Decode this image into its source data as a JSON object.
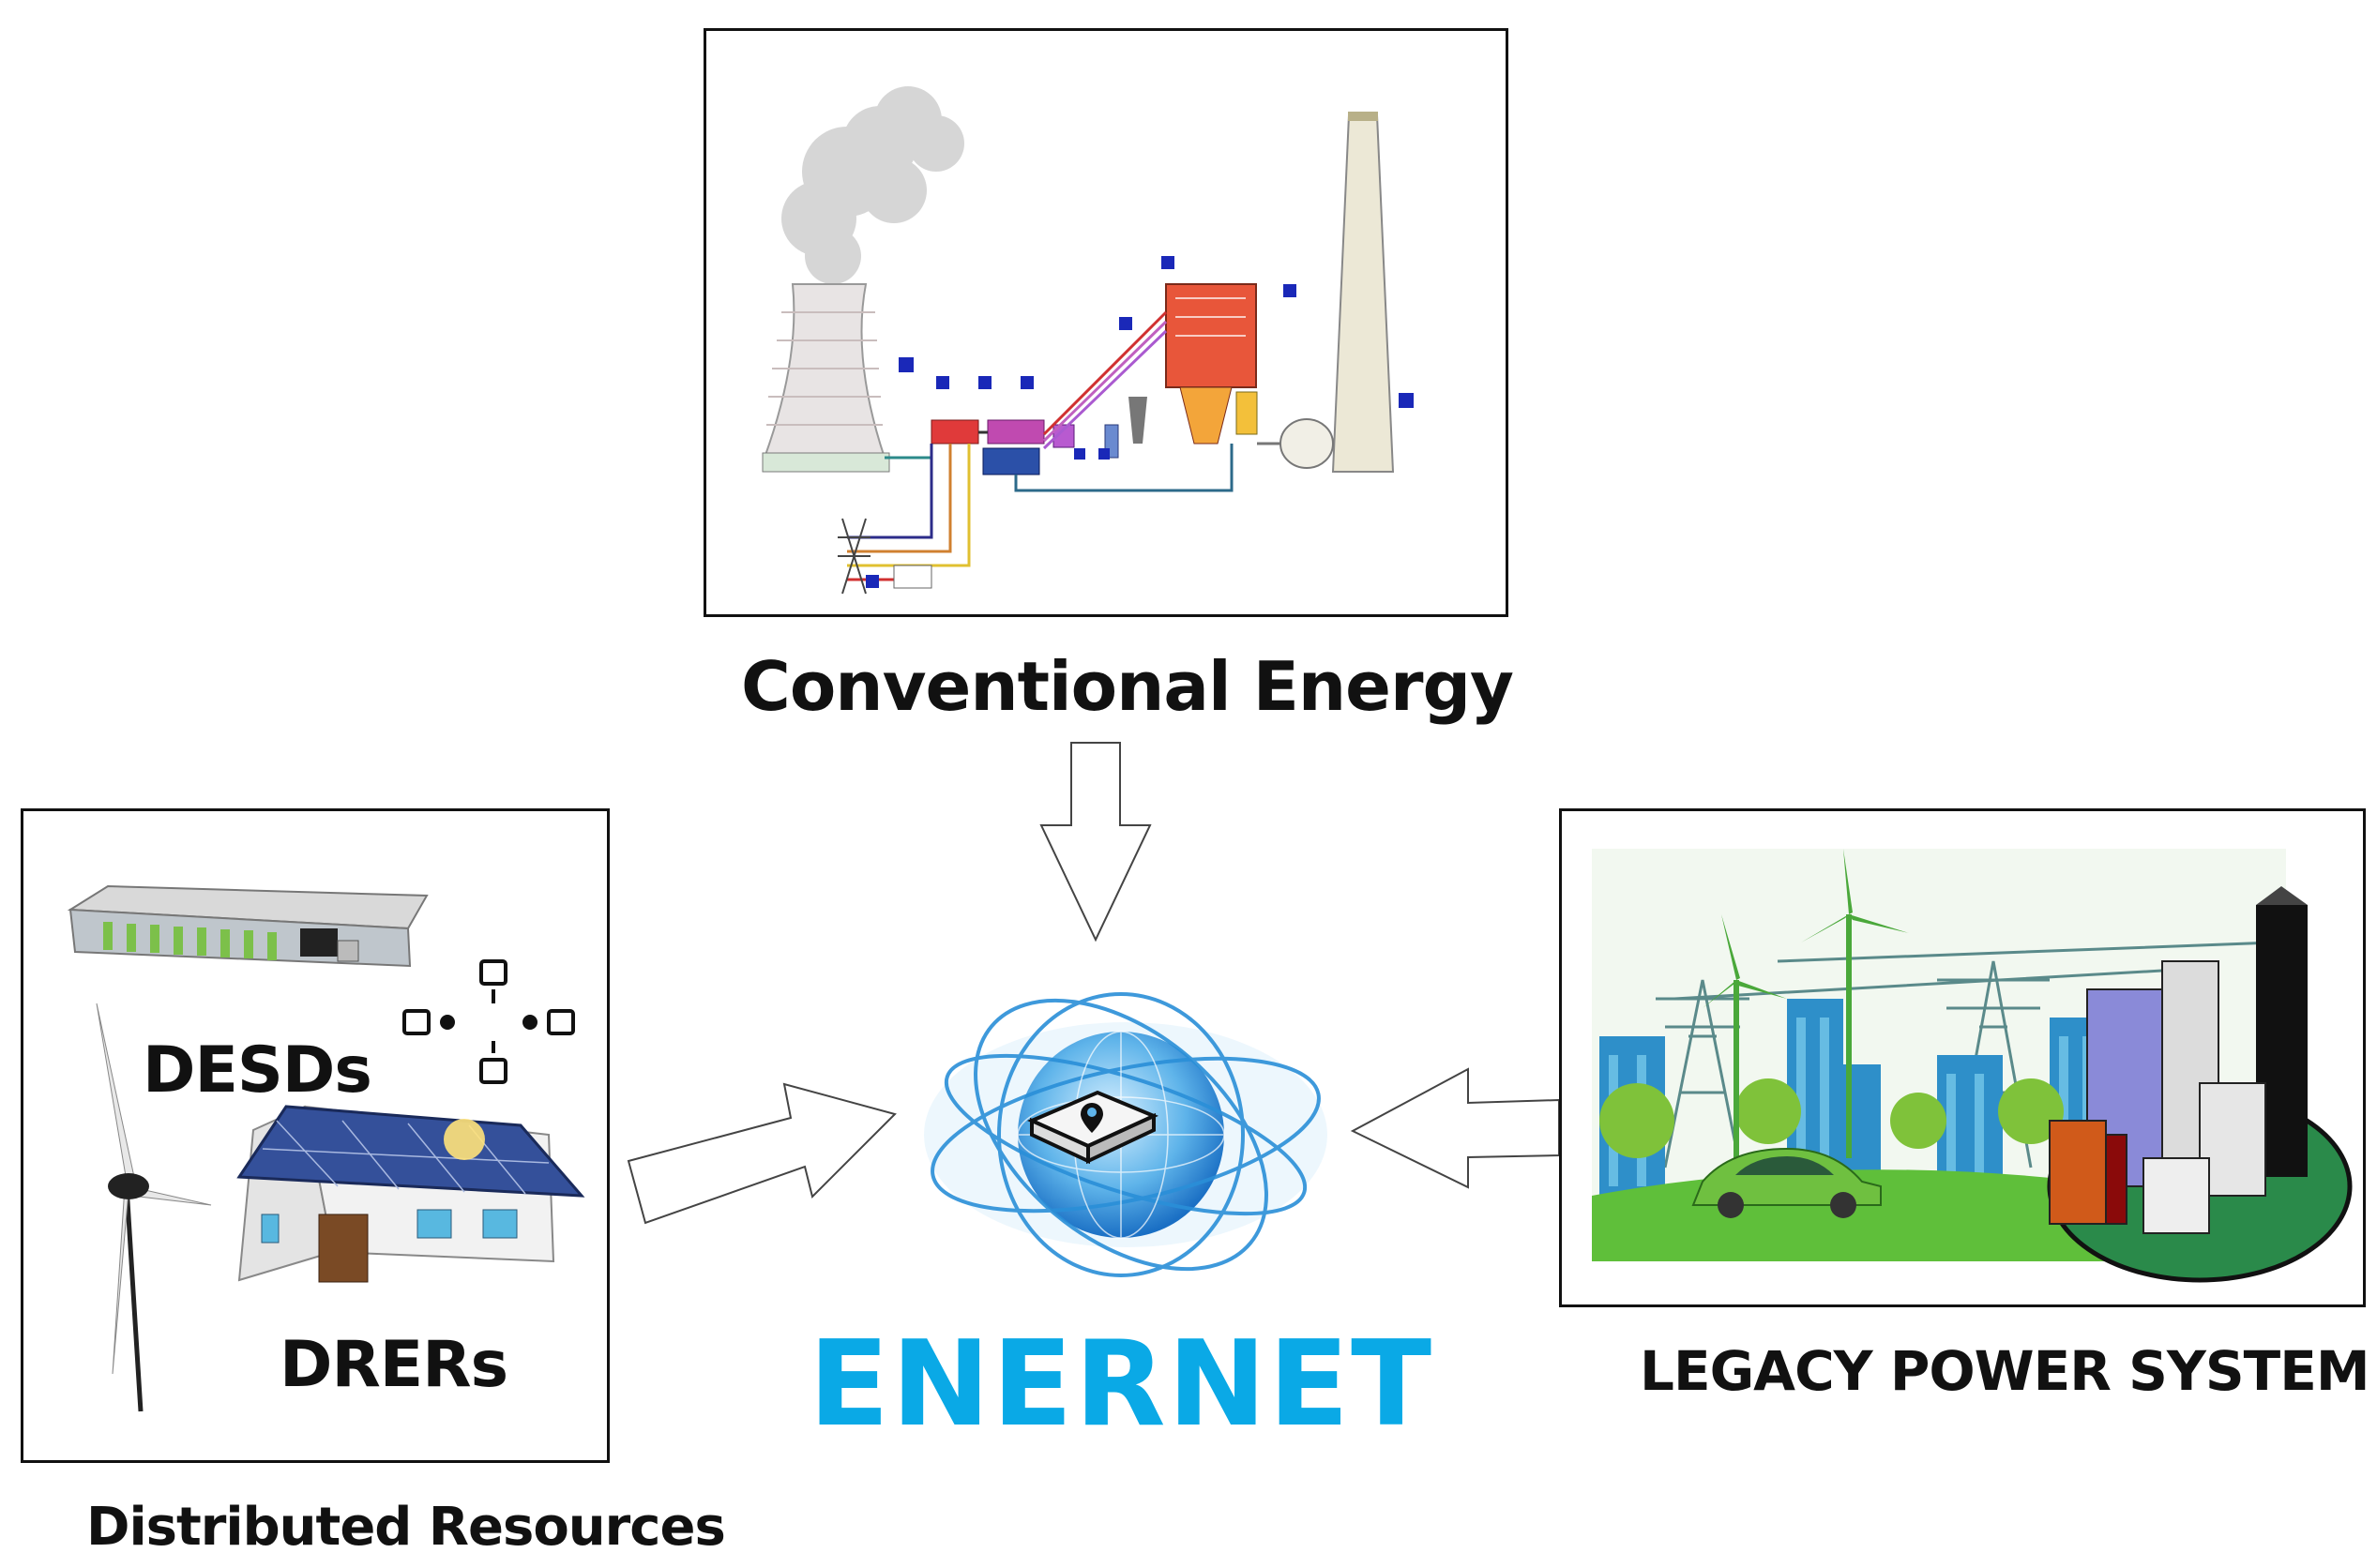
{
  "conventional": {
    "title": "Conventional Energy"
  },
  "center": {
    "title": "ENERNET"
  },
  "legacy": {
    "title": "LEGACY POWER SYSTEM"
  },
  "distributed": {
    "title": "Distributed Resources",
    "desds_label": "DESDs",
    "drers_label": "DRERs"
  },
  "colors": {
    "enernet": "#0aa9e6",
    "globe": "#2a8fd8",
    "grass": "#5fbf3a",
    "building_blue": "#2e8fc9",
    "solar": "#34509a"
  },
  "icons": [
    "power-plant-icon",
    "globe-icon",
    "router-icon",
    "wind-turbine-icon",
    "house-icon",
    "solar-panel-icon",
    "battery-rack-icon",
    "network-icon",
    "city-icon",
    "car-icon",
    "pylon-icon"
  ]
}
